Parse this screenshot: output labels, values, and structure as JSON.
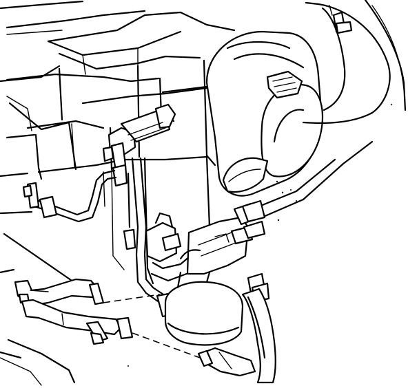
{
  "diagram": {
    "style": "monochrome line drawing",
    "colors": {
      "line": "#000000",
      "background": "#ffffff"
    },
    "parts": [
      {
        "id": "hvac-module-housing",
        "text": ""
      },
      {
        "id": "blower-motor-housing",
        "text": ""
      },
      {
        "id": "fender-panel",
        "text": ""
      },
      {
        "id": "heater-core-tube",
        "text": ""
      },
      {
        "id": "heater-hose-upper",
        "text": ""
      },
      {
        "id": "heater-hose-lower",
        "text": ""
      },
      {
        "id": "hose-clamp",
        "text": ""
      },
      {
        "id": "vacuum-line",
        "text": ""
      },
      {
        "id": "coolant-outlet-pipe",
        "text": ""
      },
      {
        "id": "bulkhead-connector",
        "text": ""
      }
    ]
  }
}
